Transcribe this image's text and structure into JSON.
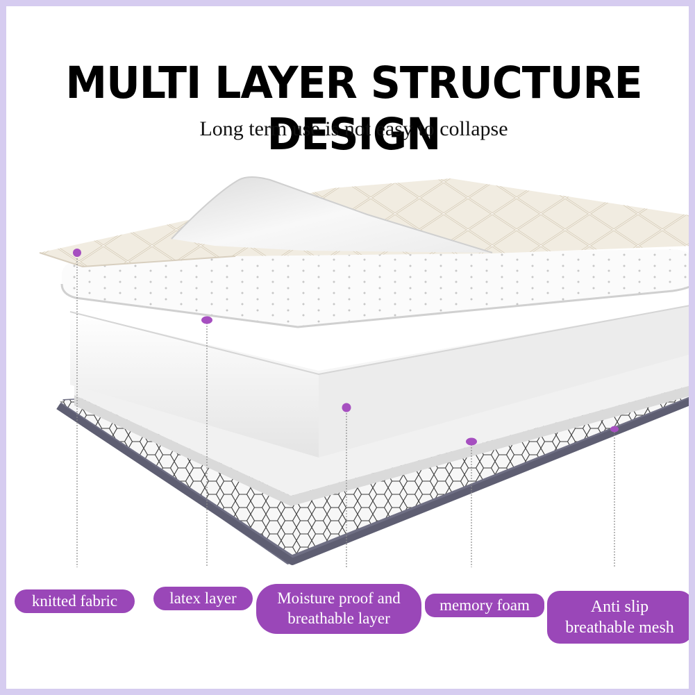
{
  "heading": {
    "title": "MULTI LAYER STRUCTURE DESIGN",
    "subtitle": "Long term use is not easy to collapse"
  },
  "labels": {
    "knitted_fabric": "knitted fabric",
    "latex_layer": "latex layer",
    "moisture_line1": "Moisture proof and",
    "moisture_line2": "breathable layer",
    "memory_foam": "memory foam",
    "anti_slip_line1": "Anti slip",
    "anti_slip_line2": "breathable mesh"
  },
  "colors": {
    "accent": "#9a47b8",
    "border": "#d6ccf0",
    "mesh_edge": "#6f6f84"
  }
}
